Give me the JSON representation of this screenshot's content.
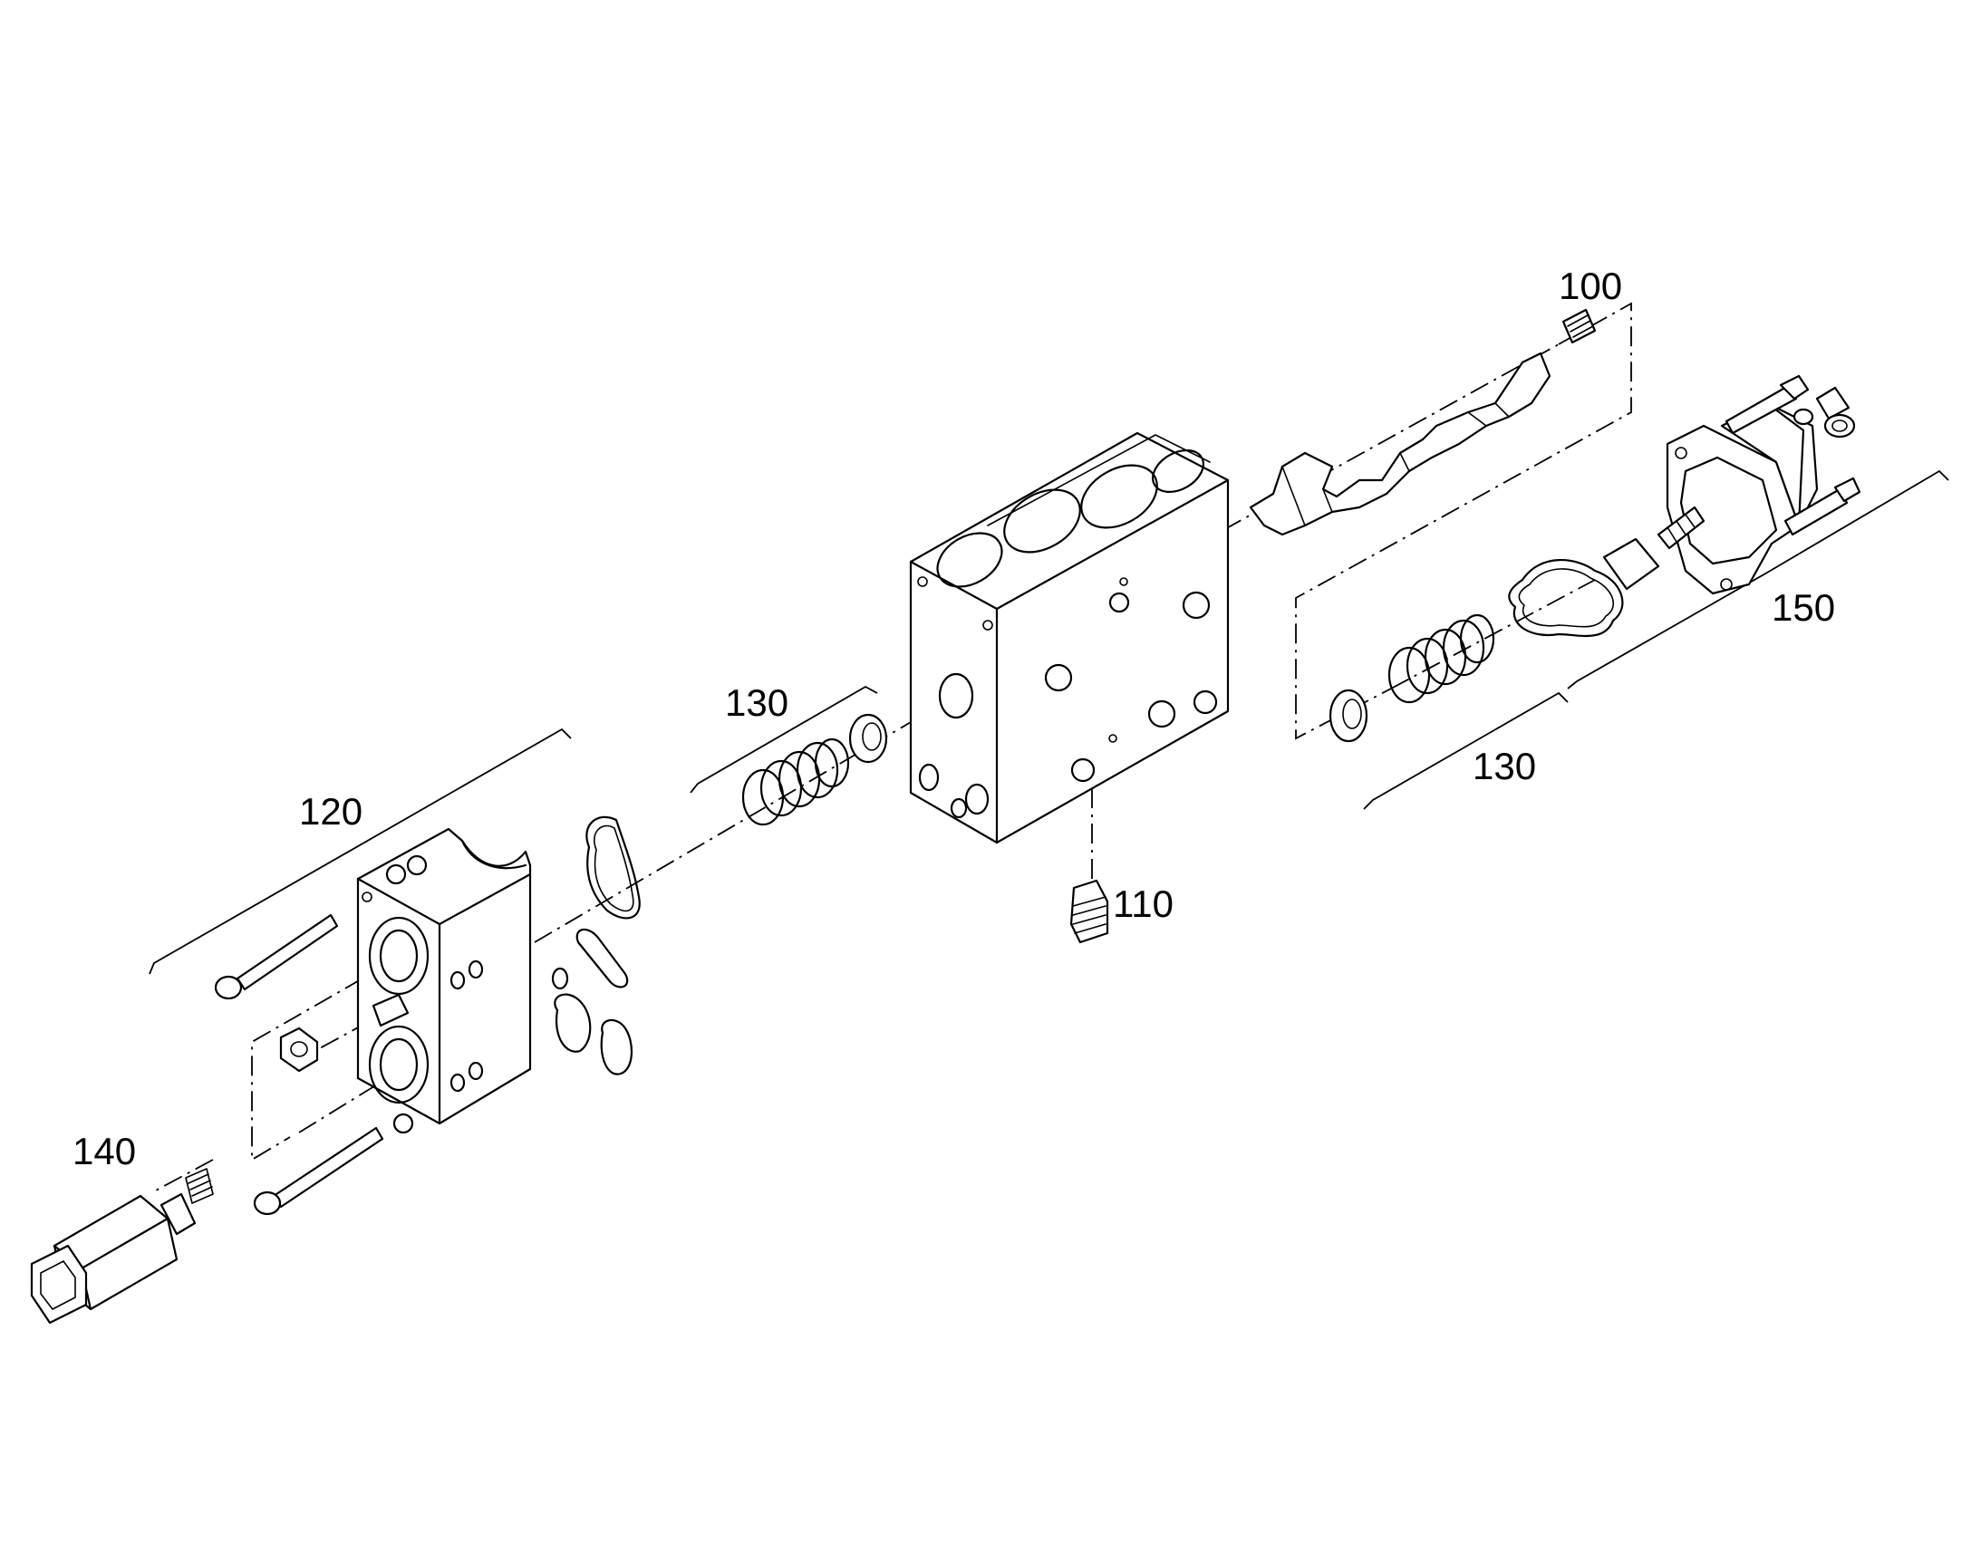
{
  "diagram": {
    "labels": {
      "p100": "100",
      "p110": "110",
      "p120": "120",
      "p130_left": "130",
      "p130_right": "130",
      "p140": "140",
      "p150": "150"
    }
  }
}
